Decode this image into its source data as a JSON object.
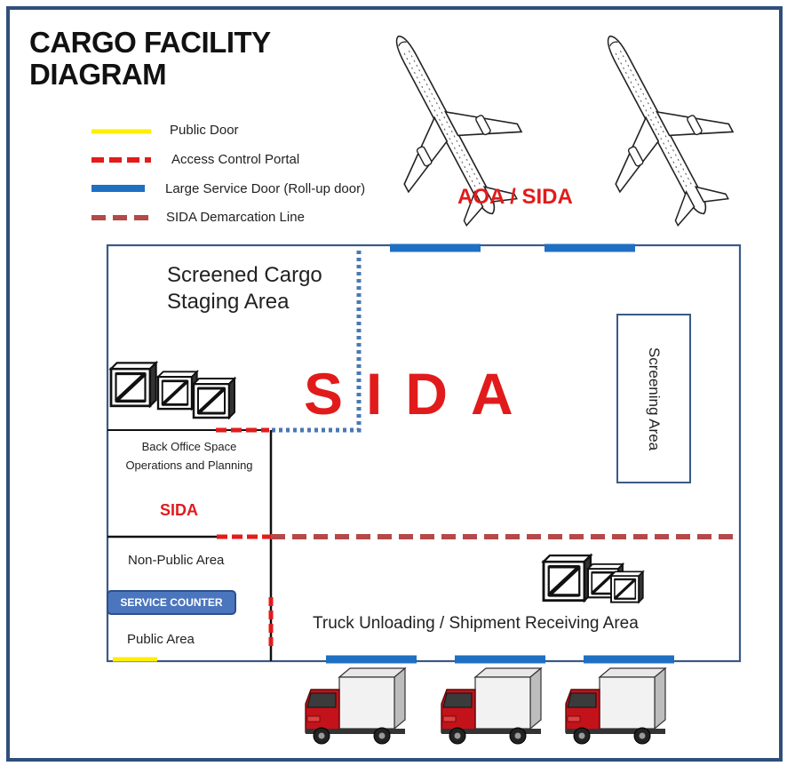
{
  "title": "CARGO FACILITY DIAGRAM",
  "legend": [
    {
      "label": "Public Door",
      "color": "#ffee00",
      "style": "solid"
    },
    {
      "label": "Access Control Portal",
      "color": "#e31b1b",
      "style": "dashed"
    },
    {
      "label": "Large Service Door (Roll-up door)",
      "color": "#1f6fc2",
      "style": "solid-thick"
    },
    {
      "label": "SIDA Demarcation Line",
      "color": "#b54848",
      "style": "dashed-thick"
    }
  ],
  "zones": {
    "aoa": "AOA / SIDA",
    "staging": "Screened Cargo Staging Area",
    "sida_main": "SIDA",
    "back_office": "Back Office Space Operations and Planning",
    "back_office_sida": "SIDA",
    "non_public": "Non-Public Area",
    "service_counter": "SERVICE COUNTER",
    "public_area": "Public Area",
    "truck_area": "Truck Unloading / Shipment Receiving Area",
    "screening": "Screening Area"
  },
  "icons": [
    "airplane-icon",
    "airplane-icon",
    "crate-icon",
    "truck-icon",
    "truck-icon",
    "truck-icon"
  ],
  "colors": {
    "frame": "#2f4f7a",
    "accent_red": "#e11b1b",
    "service_door": "#1f6fc2",
    "public_door": "#ffee00",
    "demarcation": "#b54848",
    "staging_boundary": "#4a78b5"
  }
}
